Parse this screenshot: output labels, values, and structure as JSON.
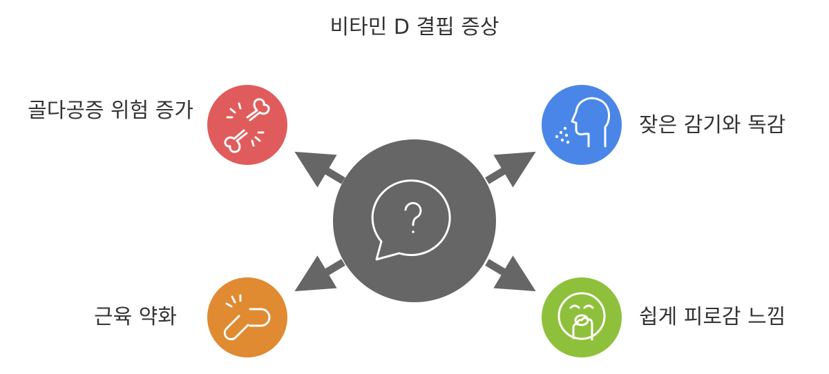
{
  "title": "비타민 D 결핍 증상",
  "center": {
    "icon": "question-speech-bubble-icon",
    "color": "#666666"
  },
  "symptoms": [
    {
      "label": "골다공증 위험 증가",
      "icon": "broken-bone-icon",
      "color": "#e05c5c"
    },
    {
      "label": "잦은 감기와 독감",
      "icon": "sneezing-head-icon",
      "color": "#4a86e8"
    },
    {
      "label": "근육 약화",
      "icon": "broken-link-icon",
      "color": "#e08a32"
    },
    {
      "label": "쉽게 피로감 느낌",
      "icon": "yawning-face-icon",
      "color": "#8fc03c"
    }
  ],
  "colors": {
    "arrow": "#666666",
    "icon_stroke": "#ffffff",
    "text": "#333333"
  }
}
